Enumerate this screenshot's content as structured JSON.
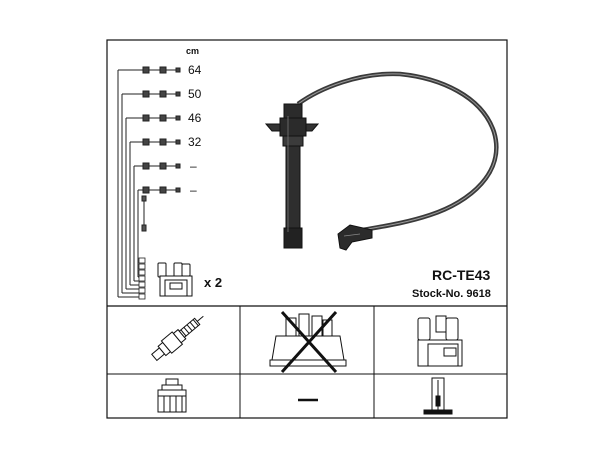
{
  "product": {
    "part_number": "RC-TE43",
    "stock_label": "Stock-No. 9618"
  },
  "lengths": {
    "unit": "cm",
    "values": [
      "64",
      "50",
      "46",
      "32",
      "–",
      "–"
    ]
  },
  "coil_quantity": "x 2",
  "cells": {
    "spark_plug_icon": "spark-plug-icon",
    "distributor_cap_crossed_icon": "distributor-cap-crossed-icon",
    "ignition_coil_icon": "ignition-coil-icon",
    "plug_connector_icon": "plug-connector-icon",
    "distributor_connector_icon": "distributor-connector-icon",
    "distributor_connector_value": "—",
    "coil_connector_icon": "coil-connector-icon"
  },
  "colors": {
    "line": "#111111",
    "cable": "#3a3a3a"
  }
}
